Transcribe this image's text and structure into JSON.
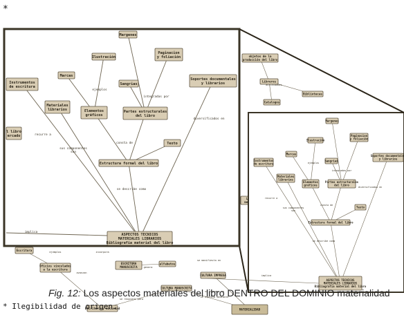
{
  "asterisk_mark": "*",
  "caption": {
    "figure_label": "Fig. 12:",
    "text": "Los aspectos materiales del libro DENTRO DEL DOMINIO materialidad"
  },
  "footnote": "* Ilegibilidad de origen.",
  "zoom_inset": {
    "nodes": [
      {
        "id": "margenes",
        "text": "Margenes"
      },
      {
        "id": "ilustracion",
        "text": "Ilustración"
      },
      {
        "id": "paginacion",
        "text": "Paginacion\ny foliación"
      },
      {
        "id": "instrumentos",
        "text": "Instrumentos\nde escritura"
      },
      {
        "id": "marcas",
        "text": "Marcas"
      },
      {
        "id": "sangrias",
        "text": "Sangrias"
      },
      {
        "id": "soportes",
        "text": "Soportes documentales\ny librarios"
      },
      {
        "id": "materiales",
        "text": "Materiales\nlibrarios"
      },
      {
        "id": "elementos",
        "text": "Elementos\ngráficos"
      },
      {
        "id": "partes",
        "text": "Partes estructurales\ndel libro"
      },
      {
        "id": "texto",
        "text": "Texto"
      },
      {
        "id": "estructura",
        "text": "Estructura formal del libro"
      },
      {
        "id": "aspectos",
        "text": "ASPECTOS TECNICOS\nMATERIALES LIBRARIOS\nBibliografía material del libro"
      },
      {
        "id": "cut_libro",
        "text": "l libro\nercado"
      }
    ],
    "edge_labels": [
      {
        "id": "ejemplos",
        "text": "ejemplos"
      },
      {
        "id": "integradas",
        "text": "integradas por"
      },
      {
        "id": "diversificados",
        "text": "diversificados en"
      },
      {
        "id": "recurre",
        "text": "recurre a"
      },
      {
        "id": "componentes",
        "text": "sus componentes\nson"
      },
      {
        "id": "consta",
        "text": "consta de"
      },
      {
        "id": "describe",
        "text": "se describe como"
      },
      {
        "id": "implica",
        "text": "implica"
      }
    ]
  },
  "right_view": {
    "nodes": [
      {
        "id": "margenes",
        "text": "Margenes"
      },
      {
        "id": "paginacion",
        "text": "Paginacion\ny foliación"
      },
      {
        "id": "ilustracion",
        "text": "Ilustración"
      },
      {
        "id": "marcas",
        "text": "Marcas"
      },
      {
        "id": "sangrias",
        "text": "Sangrias"
      },
      {
        "id": "soportes",
        "text": "Soportes documentales\ny librarios"
      },
      {
        "id": "instrumentos",
        "text": "Instrumentos\nde escritura"
      },
      {
        "id": "materiales",
        "text": "Materiales\nlibrarios"
      },
      {
        "id": "elementos",
        "text": "Elementos\ngráficos"
      },
      {
        "id": "partes",
        "text": "Partes estructurales\ndel libro"
      },
      {
        "id": "texto",
        "text": "Texto"
      },
      {
        "id": "estructura",
        "text": "Estructura formal del libro"
      },
      {
        "id": "aspectos",
        "text": "ASPECTOS TECNICOS\nMATERIALES LIBRARIOS\nBibliografía material del libro"
      }
    ],
    "edge_labels": [
      {
        "id": "ejemplos",
        "text": "ejemplos"
      },
      {
        "id": "integradas",
        "text": "integradas por"
      },
      {
        "id": "recurre",
        "text": "recurre a"
      },
      {
        "id": "componentes",
        "text": "sus componentes\nson"
      },
      {
        "id": "consta",
        "text": "consta de"
      },
      {
        "id": "diversificados",
        "text": "diversificados en"
      },
      {
        "id": "describe",
        "text": "se describe como"
      },
      {
        "id": "implica",
        "text": "implica"
      }
    ]
  },
  "background_map": {
    "nodes": [
      {
        "id": "objetos",
        "text": "objetos de la\nproducción del libro"
      },
      {
        "id": "libreros",
        "text": "Libreros"
      },
      {
        "id": "bibliotecas",
        "text": "Bibliotecas"
      },
      {
        "id": "catalogos",
        "text": "Catalogos"
      },
      {
        "id": "escritura",
        "text": "Escritura"
      },
      {
        "id": "oficios",
        "text": "Oficios vinculados\na la escritura"
      },
      {
        "id": "escritura_manuscrita",
        "text": "ESCRITURA\nMANUSCRITA"
      },
      {
        "id": "alfabetos",
        "text": "alfabetos"
      },
      {
        "id": "cultura_impresa",
        "text": "CULTURA IMPRESA"
      },
      {
        "id": "cultura_manuscrita",
        "text": "CULTURA MANUSCRITA"
      },
      {
        "id": "escritura_sociedad",
        "text": "Escritura y sociedad"
      },
      {
        "id": "materialidad",
        "text": "MATERIALIDAD"
      },
      {
        "id": "libro_mercado",
        "text": "Libro\nmercado"
      }
    ],
    "edge_labels": [
      {
        "id": "actividades",
        "text": "actividades"
      },
      {
        "id": "ejemplos",
        "text": "ejemplos"
      },
      {
        "id": "incorpora",
        "text": "incorpora"
      },
      {
        "id": "avanzan",
        "text": "avanzan"
      },
      {
        "id": "genera",
        "text": "genera"
      },
      {
        "id": "requiere",
        "text": "se requiere para"
      },
      {
        "id": "expresa",
        "text": "se expresa mediante"
      },
      {
        "id": "expresa2",
        "text": "se expresa en"
      },
      {
        "id": "manifesta",
        "text": "se manifiesta en"
      },
      {
        "id": "implica",
        "text": "implica"
      }
    ]
  }
}
